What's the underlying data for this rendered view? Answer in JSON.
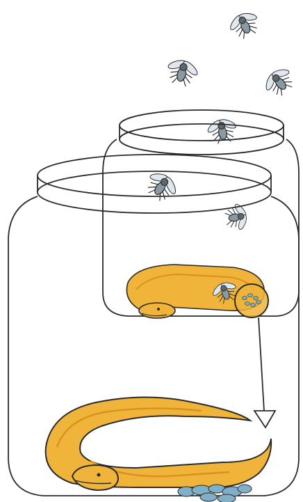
{
  "scene": {
    "colors": {
      "background": "#ffffff",
      "outline": "#2a2a2a",
      "worm_fill": "#f0b43a",
      "worm_shade": "#d8921f",
      "fly_body": "#8a9aa2",
      "fly_wing": "#dfe8ef",
      "egg": "#7fb0c8"
    },
    "elements": [
      "flying-fly",
      "small-jar",
      "large-jar",
      "small-jar-worm",
      "magnifier-circle",
      "arrow",
      "large-jar-worm",
      "fly-eggs"
    ]
  }
}
